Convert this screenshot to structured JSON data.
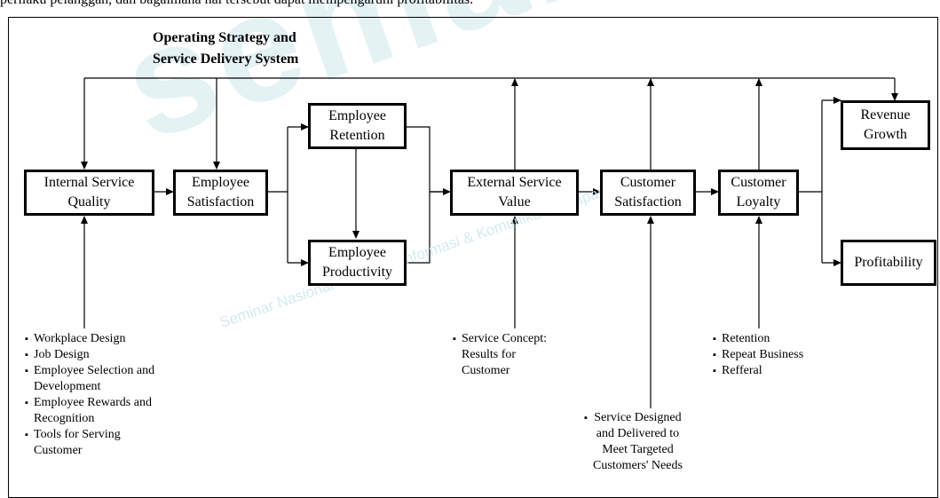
{
  "page_fragment": "perilaku pelanggan, dan bagaimana hal tersebut dapat mempengaruhi profitabilitas.",
  "heading": "Operating Strategy and\nService Delivery System",
  "watermark": {
    "main": "semantik",
    "sub": "Seminar Nasional Teknologi Informasi & Komunikasi Terapan"
  },
  "boxes": {
    "internal_service_quality": "Internal Service\nQuality",
    "employee_satisfaction": "Employee\nSatisfaction",
    "employee_retention": "Employee\nRetention",
    "employee_productivity": "Employee\nProductivity",
    "external_service_value": "External Service\nValue",
    "customer_satisfaction": "Customer\nSatisfaction",
    "customer_loyalty": "Customer\nLoyalty",
    "revenue_growth": "Revenue\nGrowth",
    "profitability": "Profitability"
  },
  "lists": {
    "internal_factors": [
      "Workplace Design",
      "Job Design",
      "Employee Selection and\nDevelopment",
      "Employee Rewards and\nRecognition",
      "Tools for Serving\nCustomer"
    ],
    "service_concept": [
      "Service Concept:\nResults for\nCustomer"
    ],
    "service_design": [
      "Service Designed\nand Delivered to\nMeet Targeted\nCustomers' Needs"
    ],
    "loyalty_factors": [
      "Retention",
      "Repeat Business",
      "Refferal"
    ]
  }
}
